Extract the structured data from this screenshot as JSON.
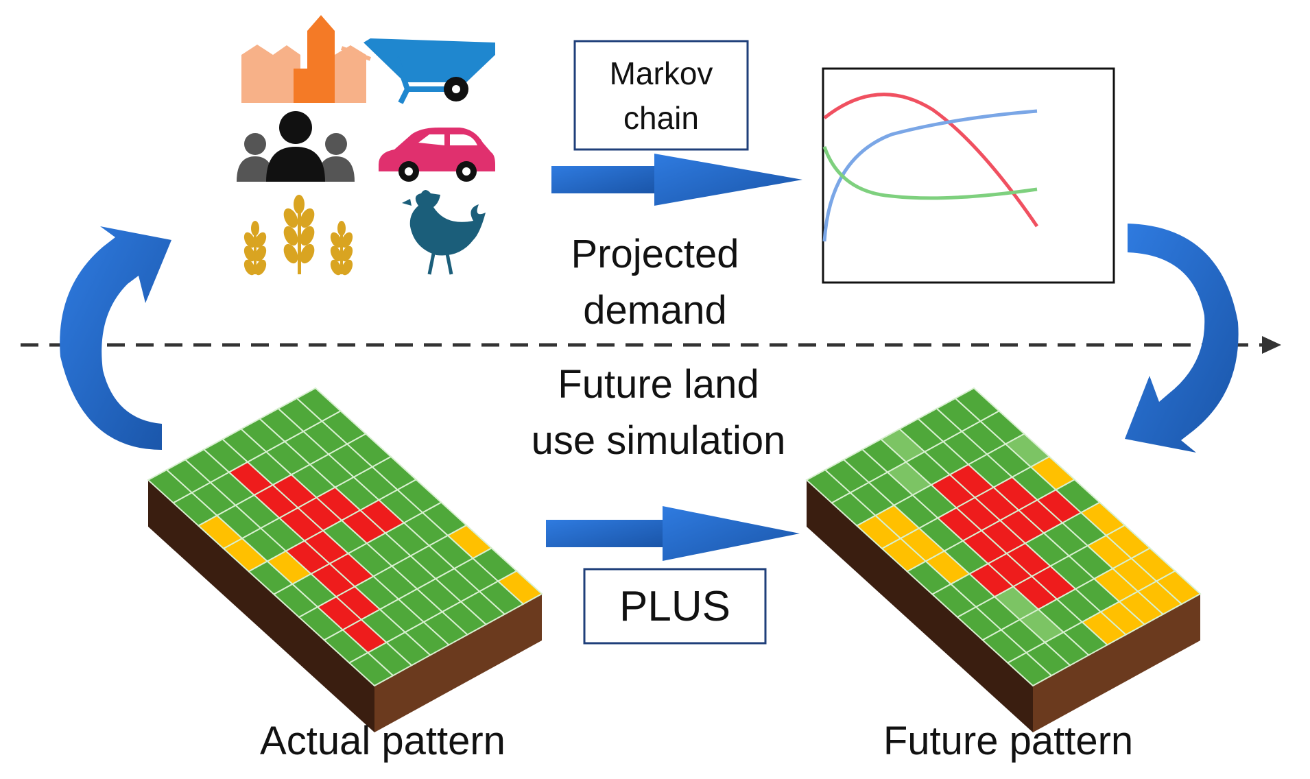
{
  "colors": {
    "arrow_blue": "#2a6fd0",
    "arrow_blue_dark": "#1a55a8",
    "box_border": "#1f3f7a",
    "soil": "#6b3a1e",
    "soil_dark": "#3a1e10",
    "grass": "#4fa83a",
    "grass_light": "#7cc464",
    "urban": "#ee1c1c",
    "crop": "#ffc000",
    "curve_red": "#f05060",
    "curve_blue": "#7aa6e6",
    "curve_green": "#7ed07e",
    "dash_line": "#333333"
  },
  "icons": {
    "row1_left": "grain-silo-icon",
    "row1_right": "wheelbarrow-icon",
    "row2_left": "people-group-icon",
    "row2_right": "car-icon",
    "row3_left": "wheat-icon",
    "row3_right": "chicken-icon"
  },
  "labels": {
    "markov_line1": "Markov",
    "markov_line2": "chain",
    "projected_line1": "Projected",
    "projected_line2": "demand",
    "future_sim_line1": "Future land",
    "future_sim_line2": "use simulation",
    "plus": "PLUS",
    "actual_pattern": "Actual pattern",
    "future_pattern": "Future pattern"
  }
}
